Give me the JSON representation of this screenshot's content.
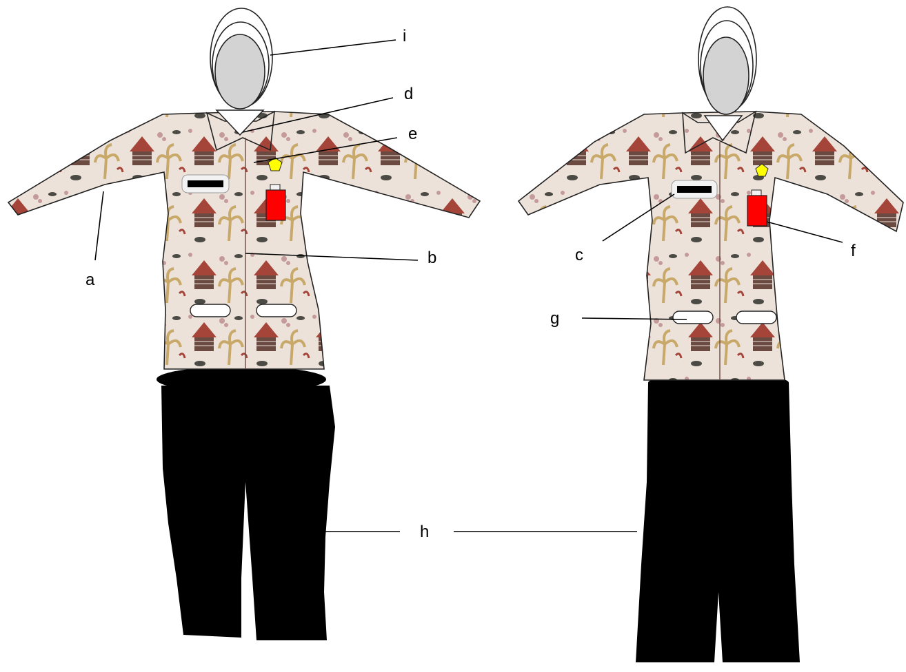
{
  "figures": [
    {
      "id": "left",
      "bottom_garment": "trousers"
    },
    {
      "id": "right",
      "bottom_garment": "skirt"
    }
  ],
  "labels": {
    "a": "a",
    "b": "b",
    "c": "c",
    "d": "d",
    "e": "e",
    "f": "f",
    "g": "g",
    "h": "h",
    "i": "i"
  },
  "colors": {
    "fabric_base": "#ece2d9",
    "fabric_tan": "#c8a96a",
    "fabric_red": "#a5453a",
    "fabric_dark": "#4b4a44",
    "fabric_pink": "#c49a9a",
    "face": "#d3d3d3",
    "bottom_garment": "#000000",
    "badge_gold": "#ffff00",
    "name_tag": "#f2f2f2",
    "name_tag_bar": "#000000",
    "pocket_device": "#ff0000"
  }
}
